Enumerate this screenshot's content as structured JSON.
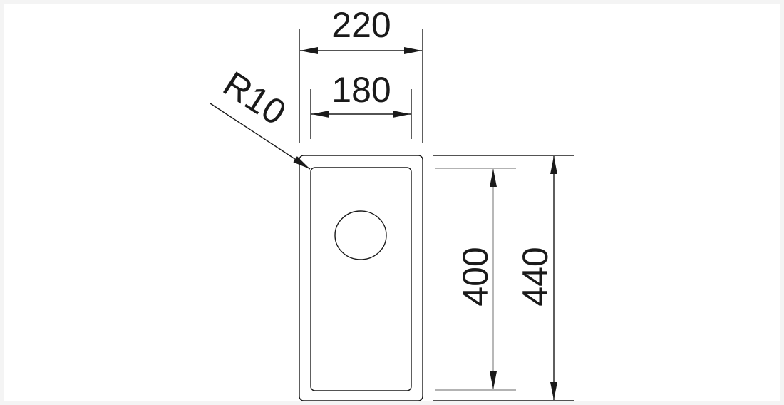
{
  "drawing": {
    "type": "sink technical drawing",
    "dimensions": {
      "outer_width": "220",
      "inner_width": "180",
      "corner_radius": "R10",
      "inner_length": "400",
      "outer_length": "440"
    },
    "colors": {
      "line": "#1a1a1a",
      "light_line": "#9a9a9a",
      "background": "#ffffff",
      "frame": "#f4f4f4"
    }
  }
}
